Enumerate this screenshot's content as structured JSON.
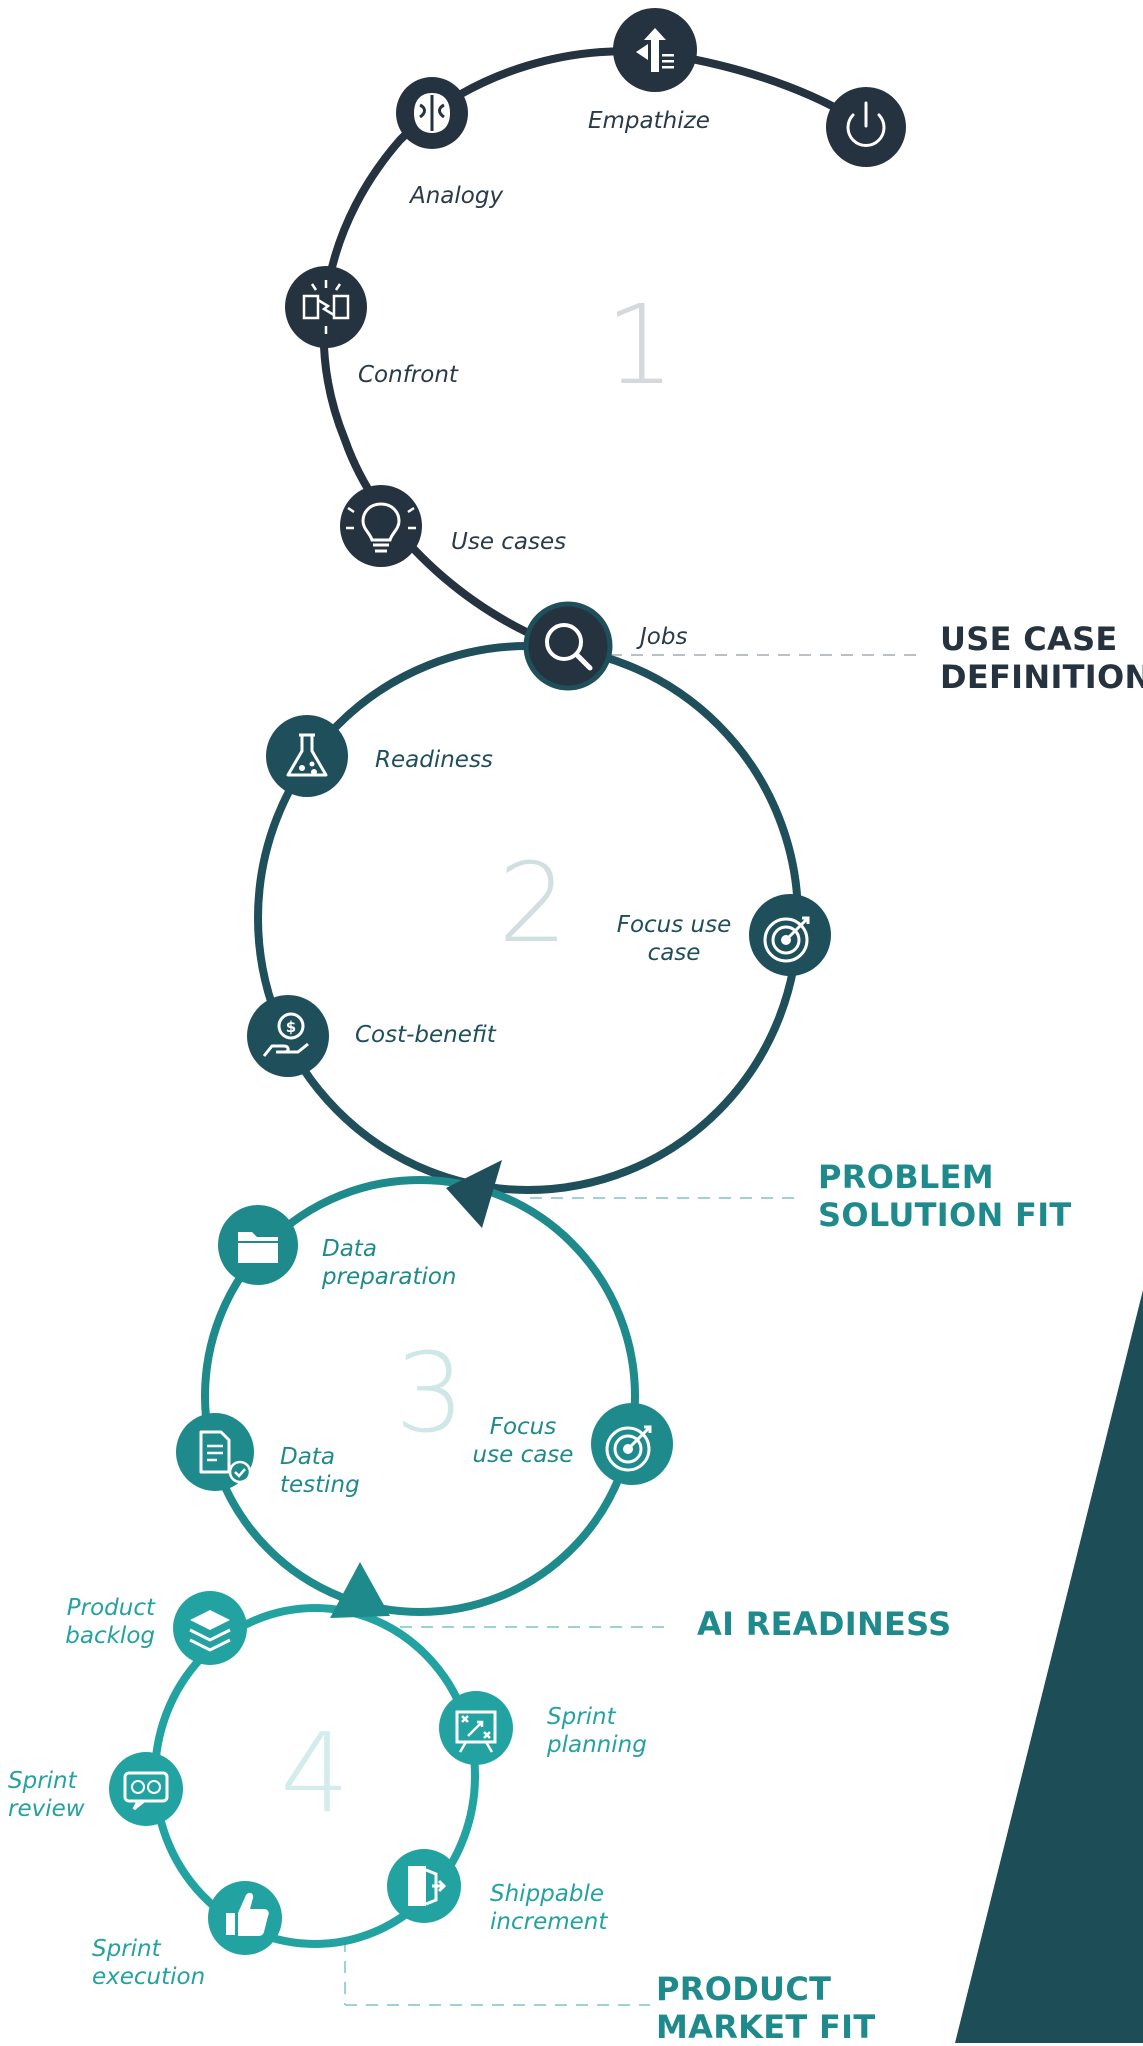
{
  "colors": {
    "stage1": "#25323f",
    "stage2": "#1e4f5a",
    "stage3": "#1e8a8c",
    "stage4": "#22a3a1",
    "background_panel": "#1d4e58"
  },
  "stages": [
    {
      "number": "1",
      "steps": [
        {
          "label": "Empathize",
          "icon": "signpost-icon"
        },
        {
          "label": "Analogy",
          "icon": "brain-icon"
        },
        {
          "label": "Confront",
          "icon": "brain-lightning-icon"
        },
        {
          "label": "Use cases",
          "icon": "lightbulb-icon"
        }
      ],
      "start_icon": "power-icon"
    },
    {
      "number": "2",
      "steps": [
        {
          "label": "Jobs",
          "icon": "magnifier-icon"
        },
        {
          "label": "Readiness",
          "icon": "flask-icon"
        },
        {
          "label": "Focus use\ncase",
          "icon": "target-icon"
        },
        {
          "label": "Cost-benefit",
          "icon": "coin-hand-icon"
        }
      ]
    },
    {
      "number": "3",
      "steps": [
        {
          "label": "Data\npreparation",
          "icon": "folder-icon"
        },
        {
          "label": "Focus\nuse case",
          "icon": "target-icon"
        },
        {
          "label": "Data\ntesting",
          "icon": "checked-document-icon"
        }
      ]
    },
    {
      "number": "4",
      "steps": [
        {
          "label": "Product\nbacklog",
          "icon": "layers-icon"
        },
        {
          "label": "Sprint\nplanning",
          "icon": "strategy-board-icon"
        },
        {
          "label": "Sprint\nreview",
          "icon": "chat-faces-icon"
        },
        {
          "label": "Shippable\nincrement",
          "icon": "exit-door-icon"
        },
        {
          "label": "Sprint\nexecution",
          "icon": "thumbs-up-icon"
        }
      ]
    }
  ],
  "milestones": [
    {
      "label": "USE CASE\nDEFINITION"
    },
    {
      "label": "PROBLEM\nSOLUTION FIT"
    },
    {
      "label": "AI READINESS"
    },
    {
      "label": "PRODUCT\nMARKET FIT"
    }
  ]
}
